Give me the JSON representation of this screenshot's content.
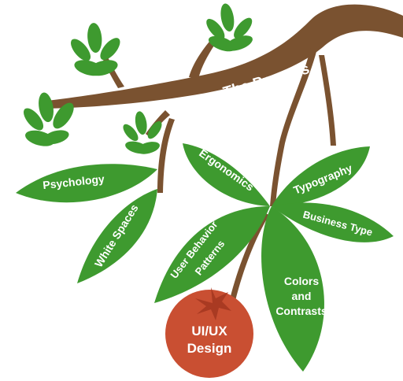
{
  "diagram": {
    "title": "The Process",
    "fruit": {
      "line1": "UI/UX",
      "line2": "Design"
    },
    "leaves": {
      "psychology": "Psychology",
      "white_spaces": "White Spaces",
      "ergonomics": "Ergonomics",
      "typography": "Typography",
      "business_type": "Business Type",
      "user_behavior_1": "User Behavior",
      "user_behavior_2": "Patterns",
      "colors_1": "Colors",
      "colors_2": "and",
      "colors_3": "Contrasts"
    },
    "colors": {
      "branch": "#7a5230",
      "leaf": "#3e9a2f",
      "leaf_dark": "#2f7f22",
      "fruit": "#c94f32",
      "text": "#ffffff"
    }
  }
}
